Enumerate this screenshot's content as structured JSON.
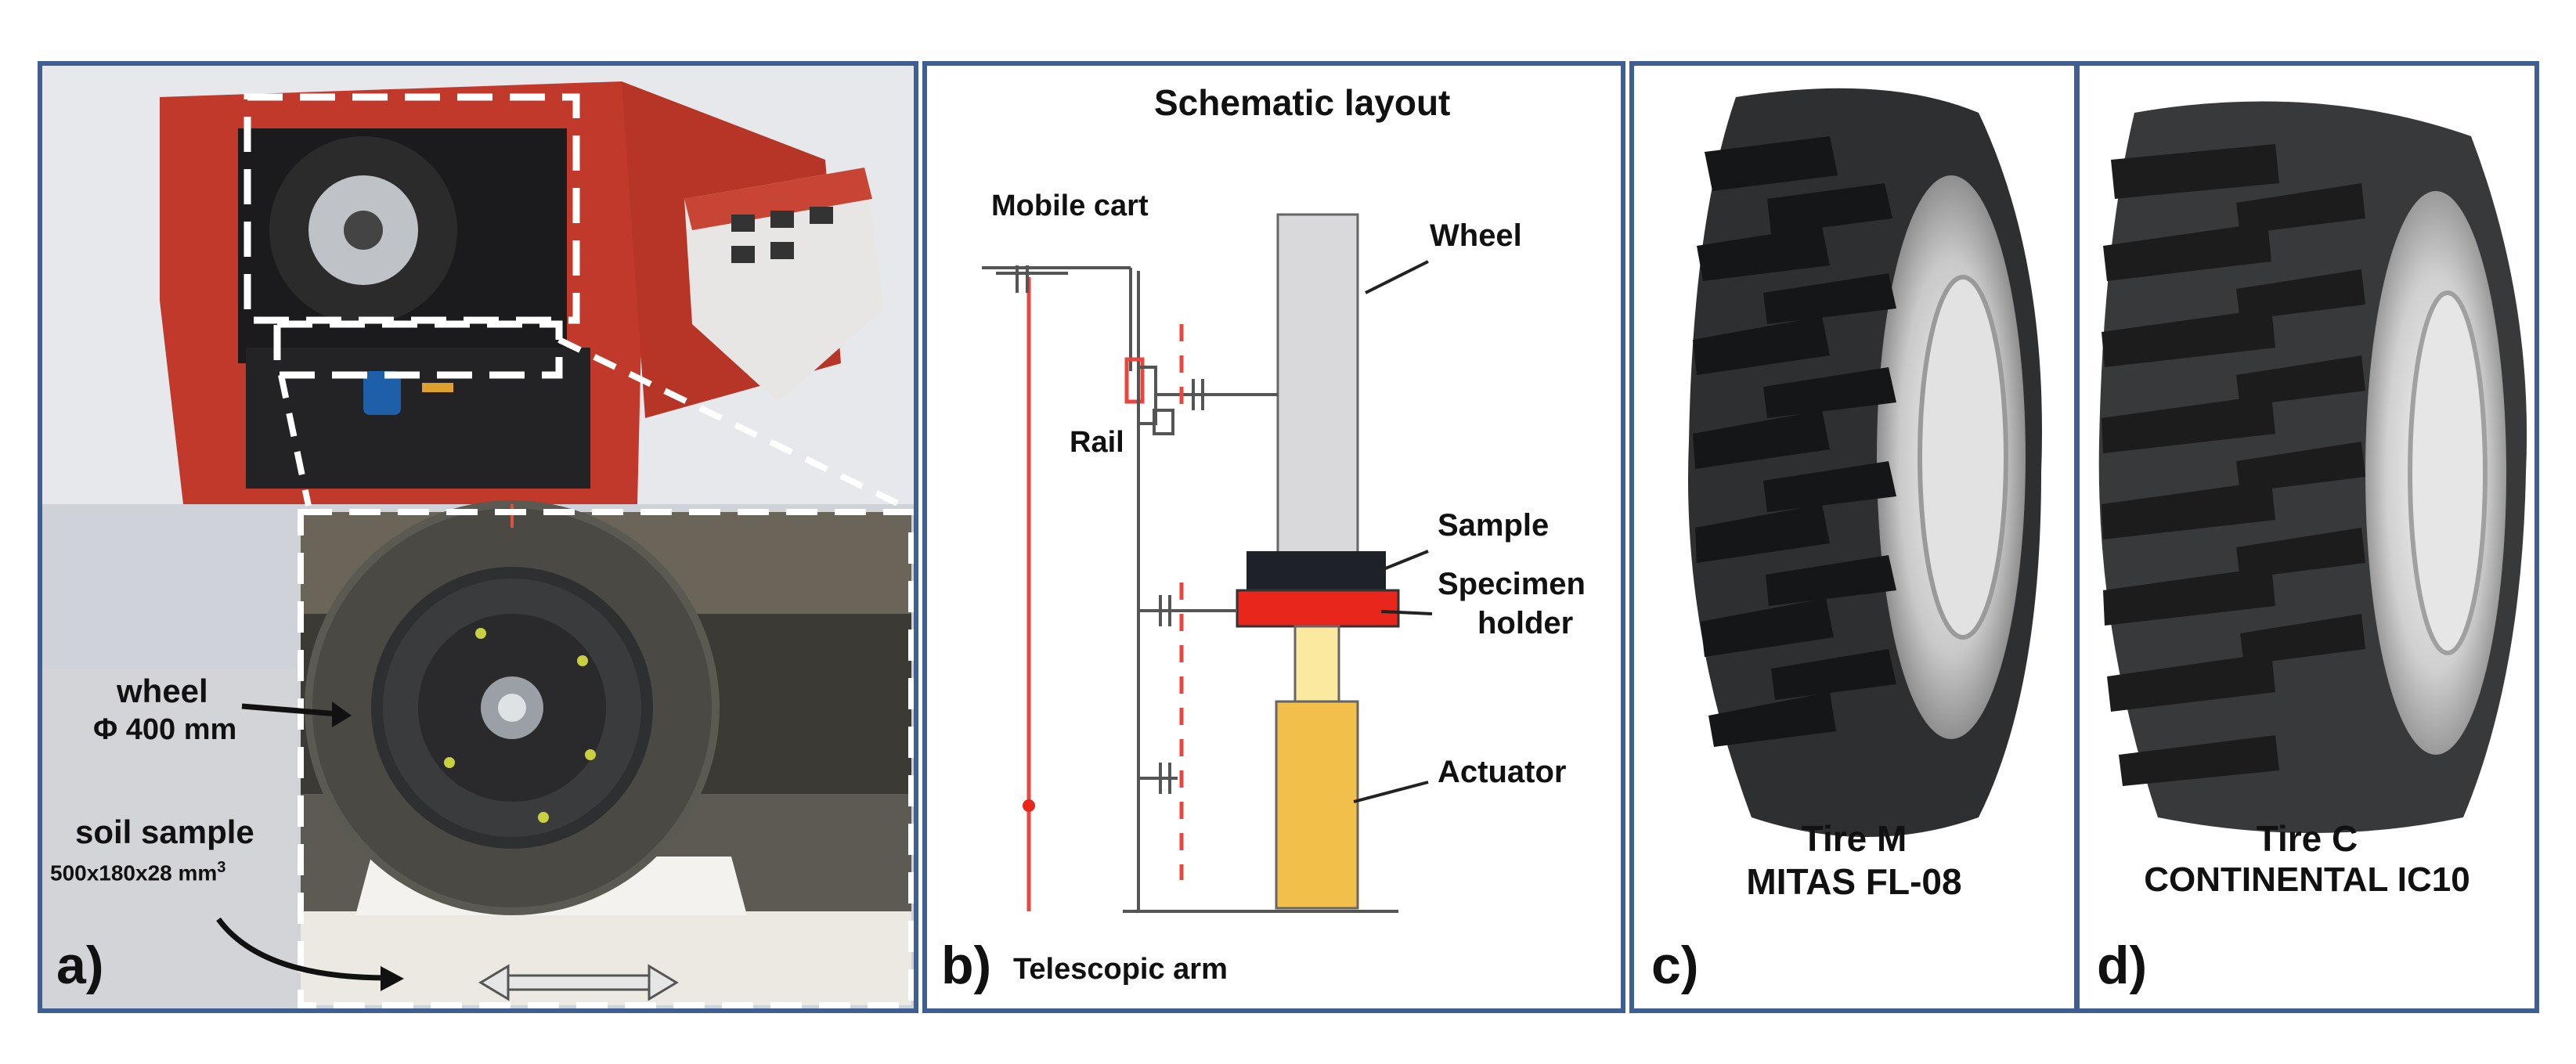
{
  "panel_a": {
    "letter": "a)",
    "wheel_label": "wheel",
    "wheel_diameter": "Φ 400 mm",
    "soil_label": "soil sample",
    "soil_dims": "500x180x28 mm",
    "soil_dims_sup": "3"
  },
  "panel_b": {
    "letter": "b)",
    "title": "Schematic layout",
    "labels": {
      "mobile_cart": "Mobile cart",
      "wheel": "Wheel",
      "rail": "Rail",
      "sample": "Sample",
      "specimen_holder_1": "Specimen",
      "specimen_holder_2": "holder",
      "actuator": "Actuator",
      "telescopic_arm": "Telescopic arm"
    }
  },
  "panel_c": {
    "letter": "c)",
    "tire_name": "Tire M",
    "tire_model": "MITAS FL-08"
  },
  "panel_d": {
    "letter": "d)",
    "tire_name": "Tire C",
    "tire_model": "CONTINENTAL IC10"
  },
  "colors": {
    "border": "#3f5f93",
    "machine_red": "#c0392b",
    "specimen_red": "#e8261c",
    "actuator": "#f2c04a",
    "wheel_gray": "#d9d9dc"
  }
}
